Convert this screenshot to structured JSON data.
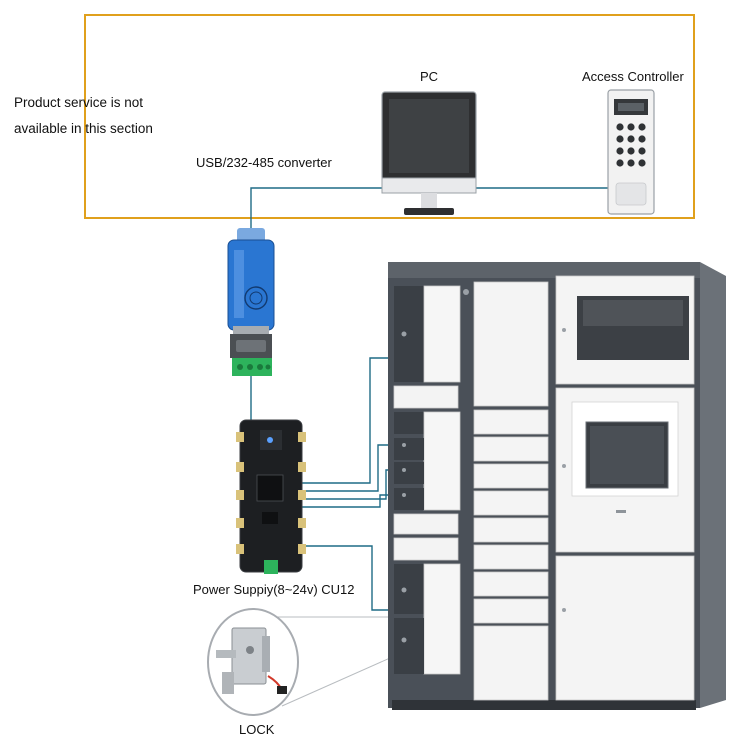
{
  "notice": {
    "line1": "Product service is not",
    "line2": "available in this section"
  },
  "labels": {
    "pc": "PC",
    "access_controller": "Access Controller",
    "converter": "USB/232-485 converter",
    "board": "Power Suppiy(8~24v) CU12",
    "lock": "LOCK"
  },
  "colors": {
    "frame": "#e0a01c",
    "wire": "#1f6b86",
    "cabinet_frame": "#4a5058",
    "door": "#f4f4f4"
  }
}
